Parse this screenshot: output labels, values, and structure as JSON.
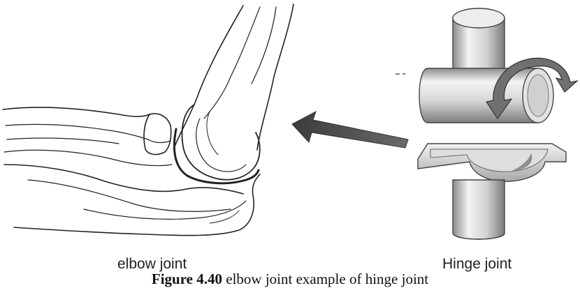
{
  "labels": {
    "left": "elbow joint",
    "right": "Hinge joint"
  },
  "caption": {
    "prefix": "Figure 4.40",
    "text": " elbow joint example of hinge joint"
  },
  "colors": {
    "line": "#222222",
    "arrow": "#4a4a4a",
    "metal_light": "#efefef",
    "metal_mid": "#cfcfcf",
    "metal_dark": "#8c8c8c"
  }
}
